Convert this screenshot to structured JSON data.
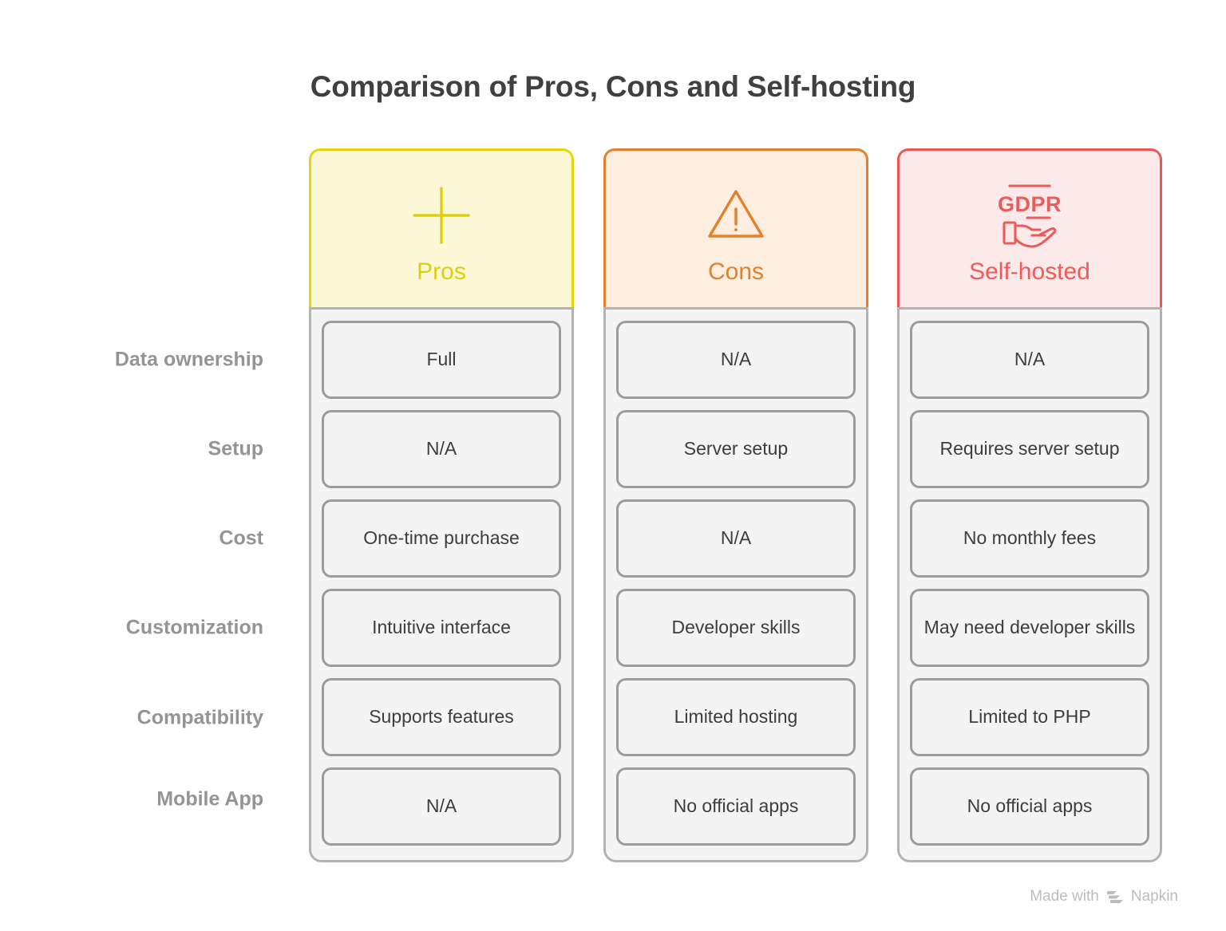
{
  "title": "Comparison of Pros, Cons and Self-hosting",
  "row_labels": [
    "Data ownership",
    "Setup",
    "Cost",
    "Customization",
    "Compatibility",
    "Mobile App"
  ],
  "columns": [
    {
      "key": "pros",
      "label": "Pros",
      "icon": "plus-icon",
      "accent": "#e5d70e",
      "title_color": "#ddcf10",
      "header_bg": "#fcf8d5",
      "cells": [
        "Full",
        "N/A",
        "One-time purchase",
        "Intuitive interface",
        "Supports features",
        "N/A"
      ]
    },
    {
      "key": "cons",
      "label": "Cons",
      "icon": "warning-triangle-icon",
      "accent": "#e2802c",
      "title_color": "#e2802c",
      "header_bg": "#fdeee0",
      "cells": [
        "N/A",
        "Server setup",
        "N/A",
        "Developer skills",
        "Limited hosting",
        "No official apps"
      ]
    },
    {
      "key": "self",
      "label": "Self-hosted",
      "icon": "gdpr-hand-icon",
      "accent": "#eb5757",
      "title_color": "#ef5a5a",
      "header_bg": "#fce9e9",
      "cells": [
        "N/A",
        "Requires server setup",
        "No monthly fees",
        "May need developer skills",
        "Limited to PHP",
        "No official apps"
      ]
    }
  ],
  "watermark": {
    "prefix": "Made with",
    "brand": "Napkin",
    "logo": "napkin-logo-icon"
  },
  "chart_data": {
    "type": "table",
    "title": "Comparison of Pros, Cons and Self-hosting",
    "row_headers": [
      "Data ownership",
      "Setup",
      "Cost",
      "Customization",
      "Compatibility",
      "Mobile App"
    ],
    "column_headers": [
      "Pros",
      "Cons",
      "Self-hosted"
    ],
    "rows": [
      [
        "Full",
        "N/A",
        "N/A"
      ],
      [
        "N/A",
        "Server setup",
        "Requires server setup"
      ],
      [
        "One-time purchase",
        "N/A",
        "No monthly fees"
      ],
      [
        "Intuitive interface",
        "Developer skills",
        "May need developer skills"
      ],
      [
        "Supports features",
        "Limited hosting",
        "Limited to PHP"
      ],
      [
        "N/A",
        "No official apps",
        "No official apps"
      ]
    ]
  }
}
